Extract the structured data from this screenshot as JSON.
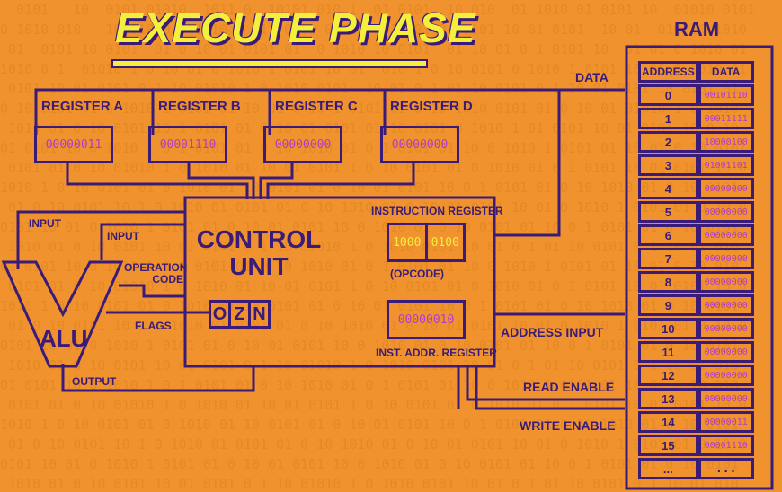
{
  "title": "EXECUTE PHASE",
  "ram_title": "RAM",
  "registers": [
    {
      "name": "REGISTER A",
      "value": "00000011"
    },
    {
      "name": "REGISTER B",
      "value": "00001110"
    },
    {
      "name": "REGISTER C",
      "value": "00000000"
    },
    {
      "name": "REGISTER D",
      "value": "00000000"
    }
  ],
  "control_unit": {
    "title_line1": "CONTROL",
    "title_line2": "UNIT",
    "instruction_register_label": "INSTRUCTION REGISTER",
    "opcode_bits": "1000",
    "operand_bits": "0100",
    "opcode_label": "(OPCODE)",
    "inst_addr_value": "00000010",
    "inst_addr_label": "INST. ADDR. REGISTER",
    "flags": [
      "O",
      "Z",
      "N"
    ]
  },
  "alu": {
    "label": "ALU",
    "input1": "INPUT",
    "input2": "INPUT",
    "operation_code_line1": "OPERATION",
    "operation_code_line2": "CODE",
    "flags": "FLAGS",
    "output": "OUTPUT"
  },
  "bus_labels": {
    "data": "DATA",
    "address_input": "ADDRESS INPUT",
    "read_enable": "READ ENABLE",
    "write_enable": "WRITE ENABLE"
  },
  "ram": {
    "headers": [
      "ADDRESS",
      "DATA"
    ],
    "rows": [
      {
        "address": "0",
        "data": "00101110"
      },
      {
        "address": "1",
        "data": "00011111"
      },
      {
        "address": "2",
        "data": "10000100"
      },
      {
        "address": "3",
        "data": "01001101"
      },
      {
        "address": "4",
        "data": "00000000"
      },
      {
        "address": "5",
        "data": "00000000"
      },
      {
        "address": "6",
        "data": "00000000"
      },
      {
        "address": "7",
        "data": "00000000"
      },
      {
        "address": "8",
        "data": "00000000"
      },
      {
        "address": "9",
        "data": "00000000"
      },
      {
        "address": "10",
        "data": "00000000"
      },
      {
        "address": "11",
        "data": "00000000"
      },
      {
        "address": "12",
        "data": "00000000"
      },
      {
        "address": "13",
        "data": "00000000"
      },
      {
        "address": "14",
        "data": "00000011"
      },
      {
        "address": "15",
        "data": "00001110"
      },
      {
        "address": "...",
        "data": "..."
      }
    ]
  },
  "colors": {
    "background": "#f0932e",
    "line": "#3a1b7a",
    "value": "#b43cc9",
    "title_fill": "#f4ef3a",
    "highlight": "#f4ef3a"
  }
}
